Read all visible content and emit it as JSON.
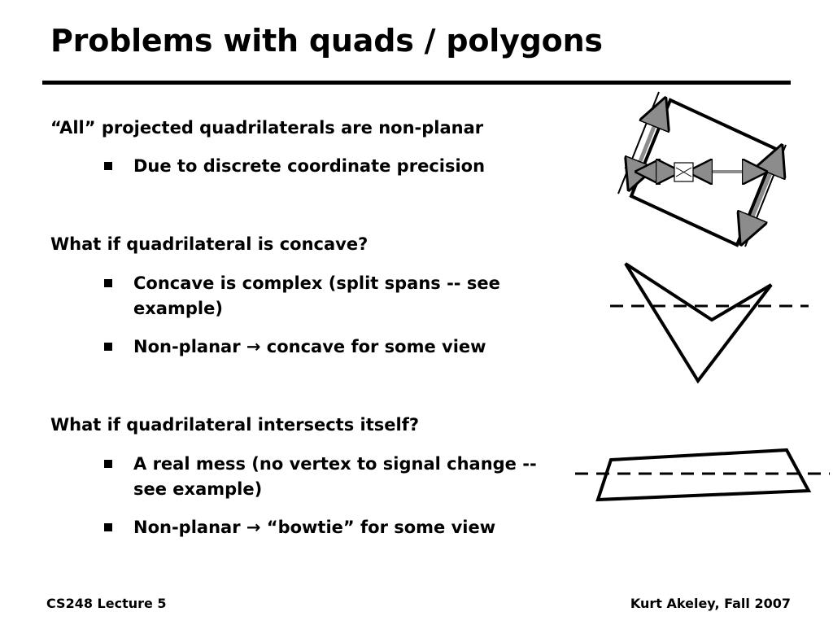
{
  "slide": {
    "title": "Problems with quads / polygons"
  },
  "content": {
    "point1": "“All” projected quadrilaterals are non-planar",
    "point1_sub1": "Due to discrete coordinate precision",
    "point2": "What if quadrilateral is concave?",
    "point2_sub1": "Concave is complex (split spans -- see example)",
    "point2_sub2": "Non-planar → concave for some view",
    "point3": "What if quadrilateral intersects itself?",
    "point3_sub1": "A real mess (no vertex to signal change -- see example)",
    "point3_sub2": "Non-planar → “bowtie” for some view"
  },
  "footer": {
    "left": "CS248 Lecture 5",
    "right": "Kurt Akeley, Fall 2007"
  },
  "colors": {
    "text": "#000000",
    "arrow_fill": "#8c8c8c"
  },
  "icons": {
    "bullet": "square-bullet-icon",
    "arrow": "right-arrow-icon"
  }
}
